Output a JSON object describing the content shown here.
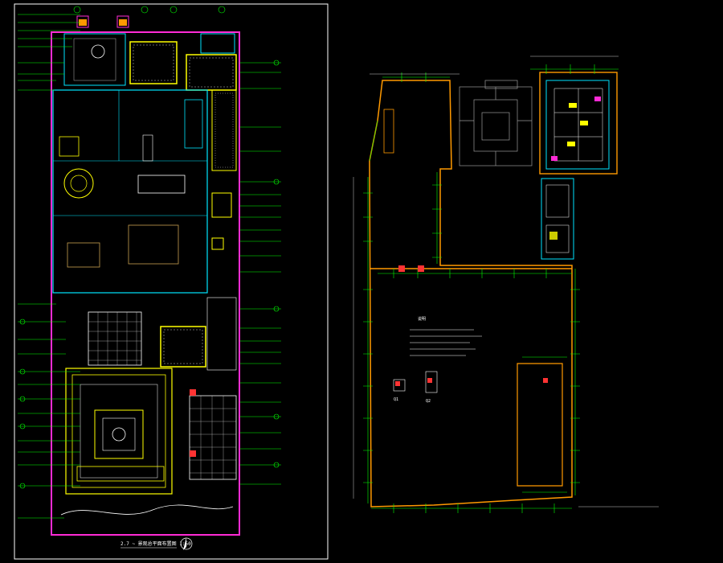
{
  "colors": {
    "background": "#000000",
    "sheet_border": "#ffffff",
    "wall_cyan": "#00e5ff",
    "paving_white": "#ffffff",
    "boundary_magenta": "#ff2bd6",
    "yellow": "#ffff00",
    "orange": "#ff9900",
    "green": "#00ff00",
    "gray": "#9a9a9a",
    "red": "#ff3333"
  },
  "left_drawing": {
    "title": "2.7 ~ 景观总平面布置图 1:50"
  },
  "right_drawing": {
    "notes_heading": "说明",
    "detail_1": "Q1",
    "detail_2": "Q2"
  }
}
